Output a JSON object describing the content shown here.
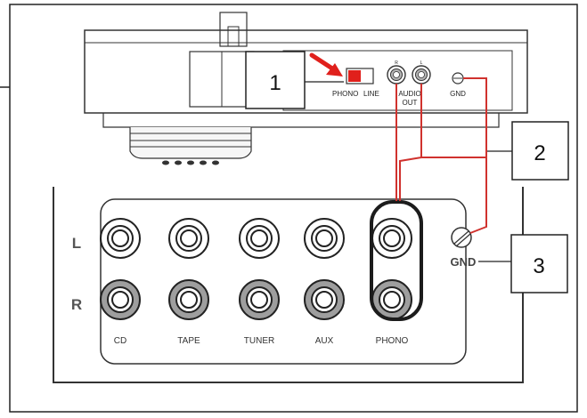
{
  "turntable": {
    "switch_labels": [
      "PHONO",
      "LINE"
    ],
    "audio_out_label_line1": "AUDIO",
    "audio_out_label_line2": "OUT",
    "gnd_label": "GND",
    "jack_top_labels": [
      "R",
      "L"
    ]
  },
  "callouts": [
    {
      "number": "1"
    },
    {
      "number": "2"
    },
    {
      "number": "3"
    }
  ],
  "amplifier": {
    "row_labels": [
      "L",
      "R"
    ],
    "inputs": [
      "CD",
      "TAPE",
      "TUNER",
      "AUX",
      "PHONO"
    ],
    "gnd_label": "GND"
  },
  "colors": {
    "cable": "#d0322e",
    "switch": "#e0201c",
    "arrow": "#e0201c",
    "right_jack_fill": "#9e9e9e",
    "outline": "#222222"
  }
}
